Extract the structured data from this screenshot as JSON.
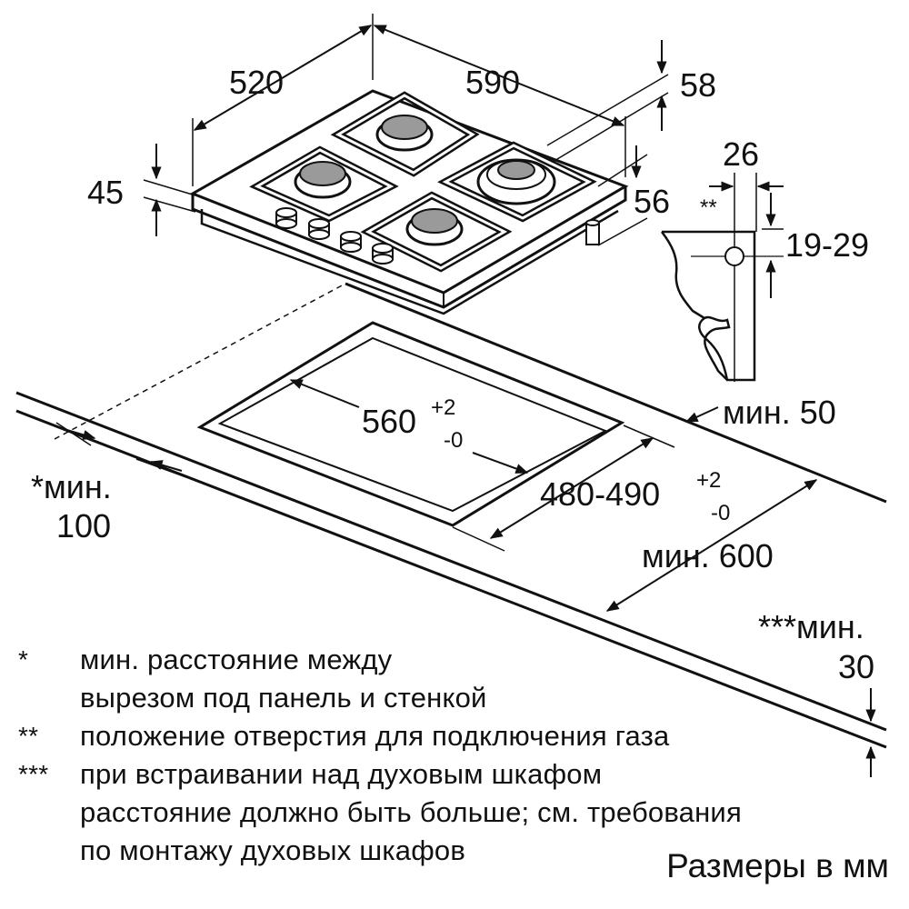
{
  "dimensions": {
    "width_520": "520",
    "depth_590": "590",
    "height_58": "58",
    "height_45": "45",
    "offset_56": "56",
    "gas_26": "26",
    "gas_marker": "**",
    "gas_19_29": "19-29",
    "cutout_width": {
      "base": "560",
      "sup": "+2",
      "sub": "-0"
    },
    "cutout_depth": {
      "base": "480-490",
      "sup": "+2",
      "sub": "-0"
    },
    "min_50": "мин. 50",
    "min_100_line1": "*мин.",
    "min_100_line2": "100",
    "min_600": "мин. 600",
    "min_30_line1": "***мин.",
    "min_30_line2": "30"
  },
  "notes": [
    {
      "mark": "*",
      "lines": [
        "мин. расстояние между",
        "вырезом под панель и стенкой"
      ]
    },
    {
      "mark": "**",
      "lines": [
        "положение отверстия для подключения газа"
      ]
    },
    {
      "mark": "***",
      "lines": [
        "при встраивании над духовым шкафом",
        "расстояние должно быть больше; см. требования",
        "по монтажу духовых шкафов"
      ]
    }
  ],
  "units_label": "Размеры в мм",
  "colors": {
    "ink": "#111111",
    "background": "#ffffff",
    "burner": "#9a9a9a"
  }
}
